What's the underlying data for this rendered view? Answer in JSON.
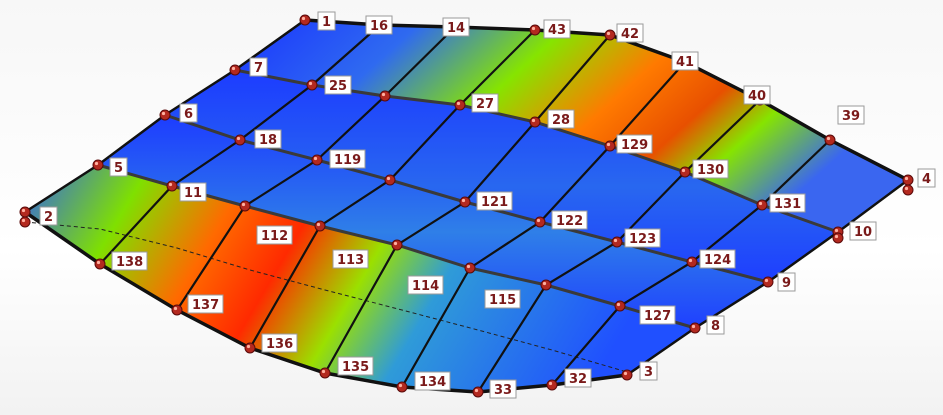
{
  "colors": {
    "blue": "#1e3cff",
    "cyan_blue": "#2f86e8",
    "green": "#7fe000",
    "yellow": "#e8e000",
    "orange": "#ff7a00",
    "red": "#ff2a00",
    "edge": "#111111",
    "inner_line": "#3a3a3a",
    "node": "#b3291f",
    "label_text": "#7a1a1a"
  },
  "node_labels": [
    "1",
    "16",
    "14",
    "43",
    "42",
    "41",
    "40",
    "39",
    "4",
    "7",
    "25",
    "27",
    "28",
    "129",
    "130",
    "131",
    "10",
    "6",
    "18",
    "119",
    "121",
    "122",
    "123",
    "124",
    "9",
    "5",
    "11",
    "112",
    "113",
    "114",
    "115",
    "127",
    "8",
    "2",
    "138",
    "137",
    "136",
    "135",
    "134",
    "33",
    "32",
    "3"
  ]
}
